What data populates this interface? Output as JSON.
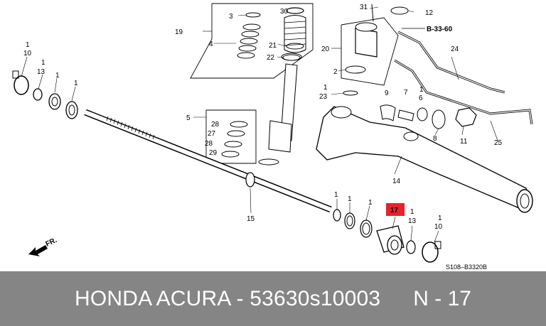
{
  "diagram": {
    "callouts": {
      "c1a": "1",
      "c10a": "10",
      "c1b": "1",
      "c13a": "13",
      "c1c": "1",
      "c1d": "1",
      "c19": "19",
      "c3": "3",
      "c30": "30",
      "c4": "4",
      "c21": "21",
      "c22": "22",
      "c5": "5",
      "c28a": "28",
      "c27": "27",
      "c28b": "28",
      "c29": "29",
      "c31": "31",
      "c12": "12",
      "c20": "20",
      "c2": "2",
      "c1e": "1",
      "c23": "23",
      "c24": "24",
      "c9": "9",
      "c7": "7",
      "c1f": "1",
      "c6": "6",
      "c8": "8",
      "c11": "11",
      "c25": "25",
      "c14": "14",
      "c15": "15",
      "c1g": "1",
      "c1h": "1",
      "c1i": "1",
      "c17": "17",
      "c1j": "1",
      "c13b": "13",
      "c1k": "1",
      "c10b": "10"
    },
    "ref_b3360": "B-33-60",
    "fr_label": "FR.",
    "drawing_code": "S108–B3320B",
    "highlight_color": "#e8212d"
  },
  "footer": {
    "part_text": "HONDA ACURA - 53630s10003",
    "ref_text": "N - 17"
  }
}
